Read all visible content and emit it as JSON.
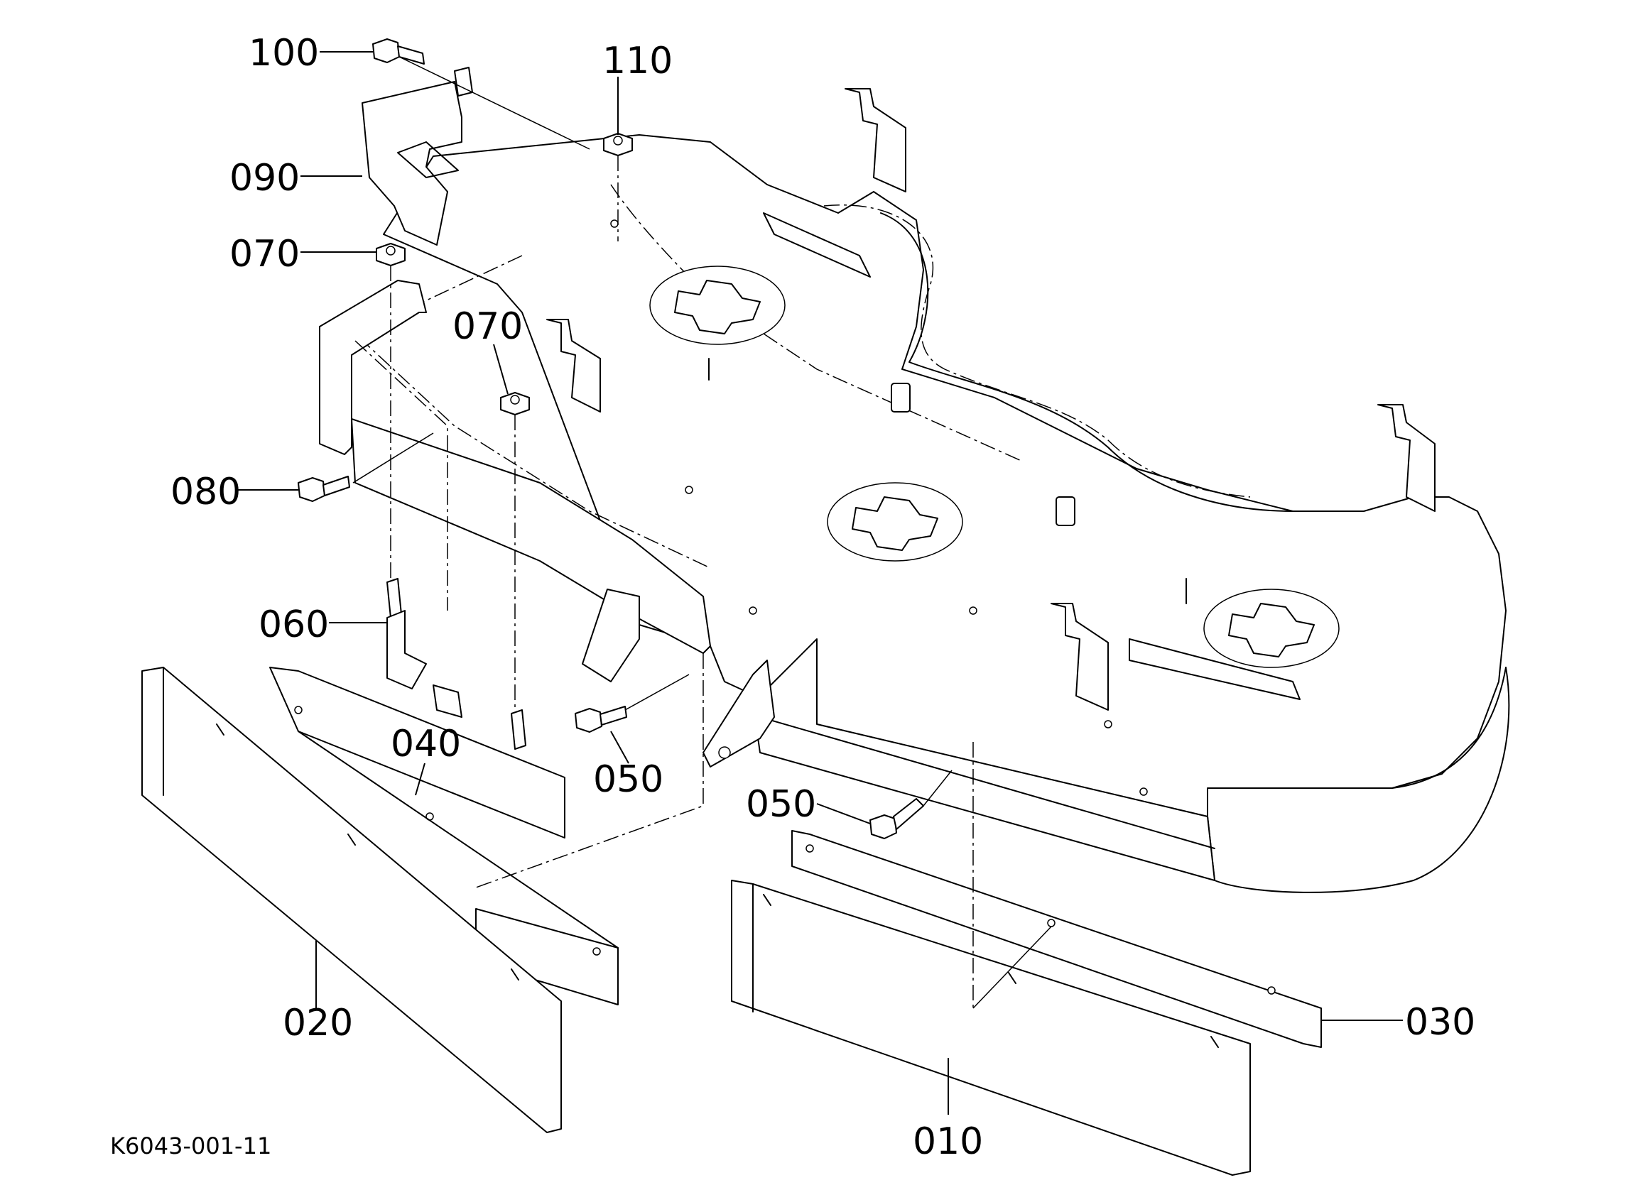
{
  "diagram_code": "K6043-001-11",
  "callouts": [
    {
      "id": "c100",
      "text": "100"
    },
    {
      "id": "c110",
      "text": "110"
    },
    {
      "id": "c090",
      "text": "090"
    },
    {
      "id": "c070a",
      "text": "070"
    },
    {
      "id": "c070b",
      "text": "070"
    },
    {
      "id": "c080",
      "text": "080"
    },
    {
      "id": "c060",
      "text": "060"
    },
    {
      "id": "c040",
      "text": "040"
    },
    {
      "id": "c050a",
      "text": "050"
    },
    {
      "id": "c050b",
      "text": "050"
    },
    {
      "id": "c020",
      "text": "020"
    },
    {
      "id": "c030",
      "text": "030"
    },
    {
      "id": "c010",
      "text": "010"
    }
  ]
}
